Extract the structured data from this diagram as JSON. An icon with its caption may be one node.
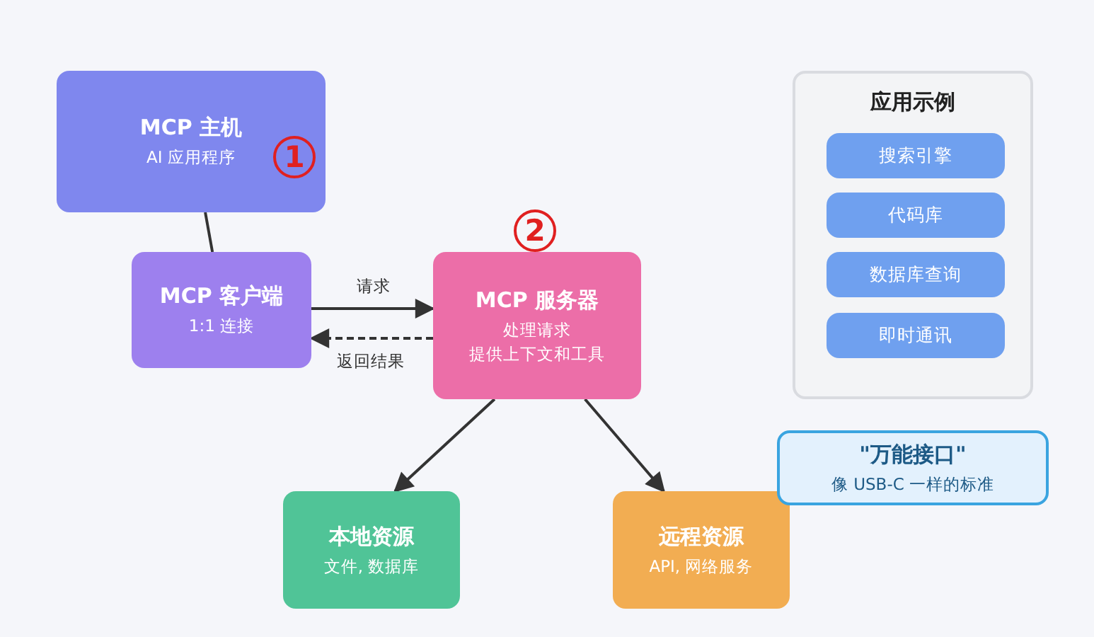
{
  "diagram": {
    "nodes": [
      {
        "text": [
          "MCP 主机",
          "AI 应用程序"
        ]
      },
      {
        "text": [
          "MCP 客户端",
          "1:1 连接"
        ]
      },
      {
        "text": [
          "MCP 服务器",
          "处理请求",
          "提供上下文和工具"
        ]
      },
      {
        "text": [
          "本地资源",
          "文件, 数据库"
        ]
      },
      {
        "text": [
          "远程资源",
          "API, 网络服务"
        ]
      },
      {
        "text": [
          "应用示例"
        ]
      },
      {
        "text": [
          "搜索引擎"
        ],
        "in": 5
      },
      {
        "text": [
          "代码库"
        ],
        "in": 5
      },
      {
        "text": [
          "数据库查询"
        ],
        "in": 5
      },
      {
        "text": [
          "即时通讯"
        ],
        "in": 5
      },
      {
        "text": [
          "\"万能接口\"",
          "像 USB-C 一样的标准"
        ]
      }
    ],
    "edges": [
      {
        "from": 0,
        "to": 1,
        "arrow": "none"
      },
      {
        "from": 1,
        "to": 2,
        "arrow": "to",
        "label": "请求"
      },
      {
        "from": 2,
        "to": 1,
        "arrow": "to",
        "label": "返回结果",
        "style": "dashed"
      },
      {
        "from": 2,
        "to": 3,
        "arrow": "to"
      },
      {
        "from": 2,
        "to": 4,
        "arrow": "to"
      }
    ],
    "labels": [
      "1",
      "2"
    ]
  }
}
